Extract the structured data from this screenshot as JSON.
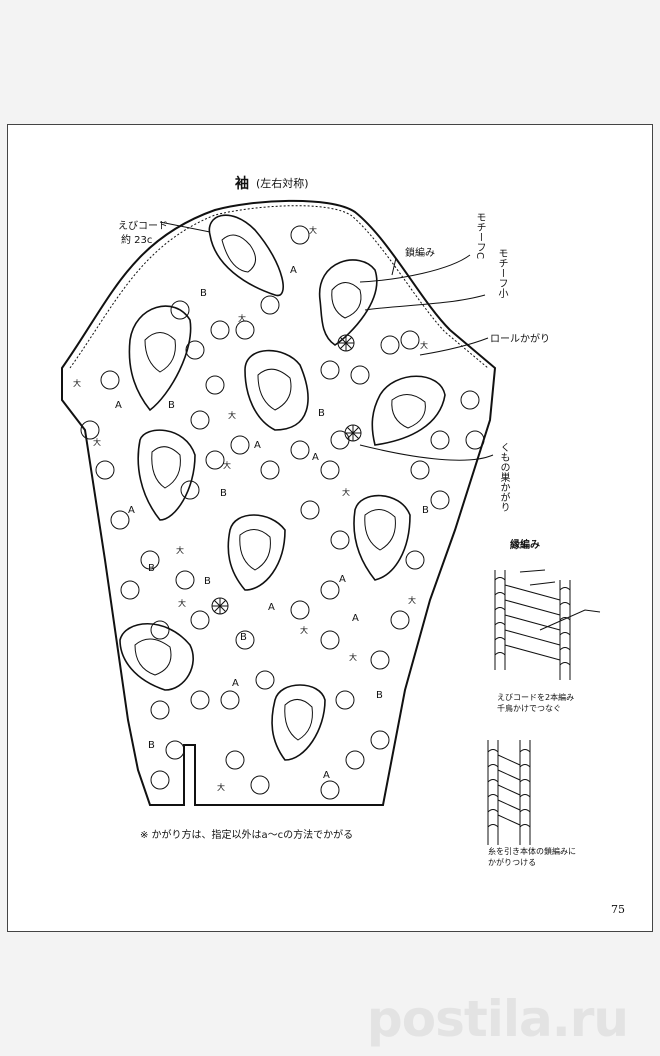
{
  "page": {
    "title": "袖",
    "title_note": "(左右対称)",
    "page_number": "75"
  },
  "labels": {
    "ebi_cord": "えびコード",
    "ebi_cord_size": "約 23c",
    "kusari": "鎖編み",
    "motif_c": "モチーフC",
    "motif_small": "モチーフ小",
    "roll_kagari": "ロールかがり",
    "kumo_kagari": "くもの巣かがり"
  },
  "motif_letters": {
    "big": "大",
    "a": "A",
    "b": "B"
  },
  "note": "※ かがり方は、指定以外はa～cの方法でかがる",
  "edge_section": {
    "title": "縁編み",
    "caption1_line1": "えびコードを2本編み",
    "caption1_line2": "千鳥かけでつなぐ",
    "caption2_line1": "糸を引き本体の鎖編みに",
    "caption2_line2": "かがりつける"
  },
  "watermark": "postila.ru"
}
